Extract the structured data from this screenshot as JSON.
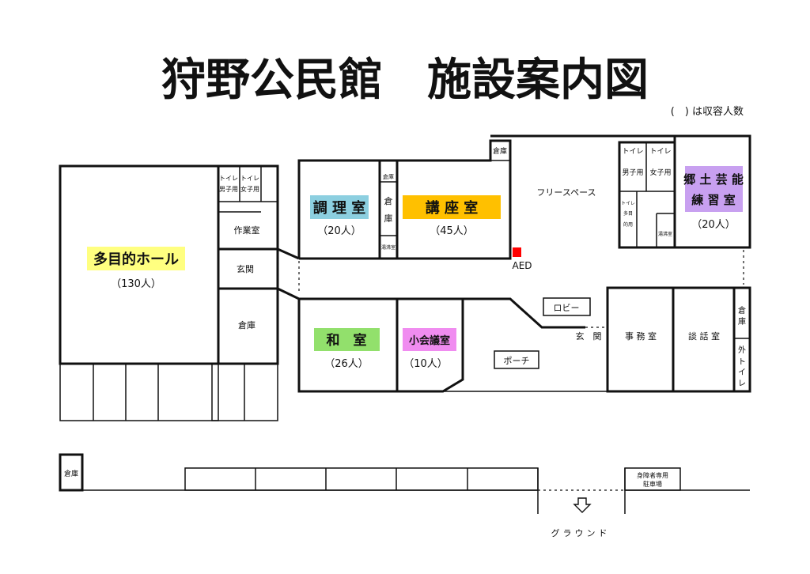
{
  "title": "狩野公民館　施設案内図",
  "note": "(　) は収容人数",
  "colors": {
    "yellow": "#ffff80",
    "blue": "#8ccfe0",
    "orange": "#ffc000",
    "green": "#92e06c",
    "pink": "#f08cf0",
    "purple": "#c8a0f0",
    "aed": "#ff0000"
  },
  "rooms": {
    "hall": {
      "name": "多目的ホール",
      "capacity": "（130人）"
    },
    "cooking": {
      "name": "調 理 室",
      "capacity": "（20人）"
    },
    "lecture": {
      "name": "講 座 室",
      "capacity": "（45人）"
    },
    "practice": {
      "name1": "郷 土 芸 能",
      "name2": "練 習 室",
      "capacity": "（20人）"
    },
    "japanese": {
      "name": "和　室",
      "capacity": "（26人）"
    },
    "meeting": {
      "name": "小会議室",
      "capacity": "（10人）"
    }
  },
  "labels": {
    "toilet": "トイレ",
    "male": "男子用",
    "female": "女子用",
    "work_room": "作業室",
    "entrance": "玄関",
    "storage": "倉庫",
    "storage_v1": "倉",
    "storage_v2": "庫",
    "free_space": "フリースペース",
    "aed": "AED",
    "lobby": "ロビー",
    "entrance_main": "玄　関",
    "office": "事 務 室",
    "lounge": "談 話 室",
    "porch": "ポーチ",
    "outside": "外",
    "toilet_v1": "ト",
    "toilet_v2": "イ",
    "toilet_v3": "レ",
    "multi1": "多目",
    "multi2": "的用",
    "cleaning": "湯沸室",
    "disabled_parking1": "身障者専用",
    "disabled_parking2": "駐車場",
    "ground": "グラウンド"
  }
}
